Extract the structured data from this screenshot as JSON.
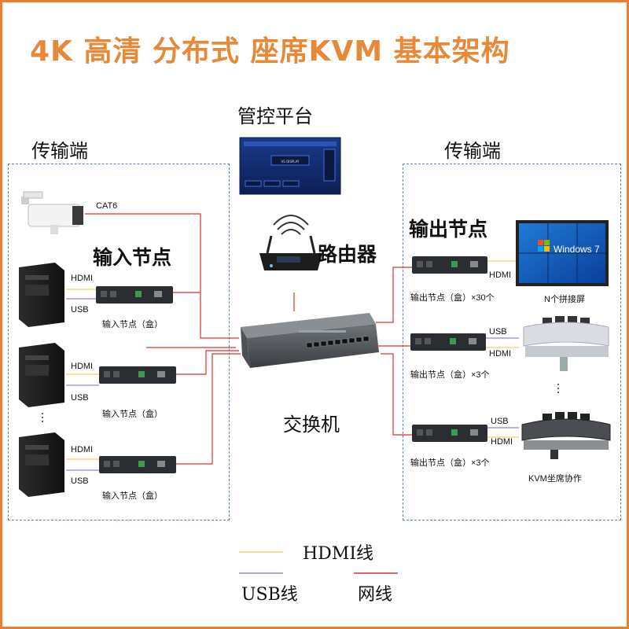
{
  "title": "4K 高清 分布式 座席KVM 基本架构",
  "management": {
    "label": "管控平台",
    "screen_text": [
      "VS DISPLAY"
    ]
  },
  "left_group": {
    "label": "传输端",
    "input_nodes_heading": "输入节点",
    "camera_cable": "CAT6",
    "pcs": [
      {
        "hdmi": "HDMI",
        "usb": "USB",
        "box_label": "输入节点（盒）"
      },
      {
        "hdmi": "HDMI",
        "usb": "USB",
        "box_label": "输入节点（盒）"
      },
      {
        "hdmi": "HDMI",
        "usb": "USB",
        "box_label": "输入节点（盒）"
      }
    ]
  },
  "router": {
    "label": "路由器"
  },
  "switch": {
    "label": "交换机"
  },
  "right_group": {
    "label": "传输端",
    "output_nodes_heading": "输出节点",
    "outputs": [
      {
        "cables": [
          "HDMI"
        ],
        "box_label": "输出节点（盒）×30个",
        "device_label": "N个拼接屏"
      },
      {
        "cables": [
          "USB",
          "HDMI"
        ],
        "box_label": "输出节点（盒）×3个",
        "device_label": ""
      },
      {
        "cables": [
          "USB",
          "HDMI"
        ],
        "box_label": "输出节点（盒）×3个",
        "device_label": "KVM坐席协作"
      }
    ],
    "windows_text": "Windows 7"
  },
  "legend": {
    "hdmi": {
      "label": "HDMI线",
      "color": "#f3d36b"
    },
    "usb": {
      "label": "USB线",
      "color": "#9b7fd0"
    },
    "net": {
      "label": "网线",
      "color": "#d9342b"
    }
  },
  "colors": {
    "accent": "#e8893a",
    "dashed_border": "#5b84ad",
    "net_line": "#d9342b",
    "hdmi_line": "#f3d36b",
    "usb_line": "#9b7fd0"
  }
}
